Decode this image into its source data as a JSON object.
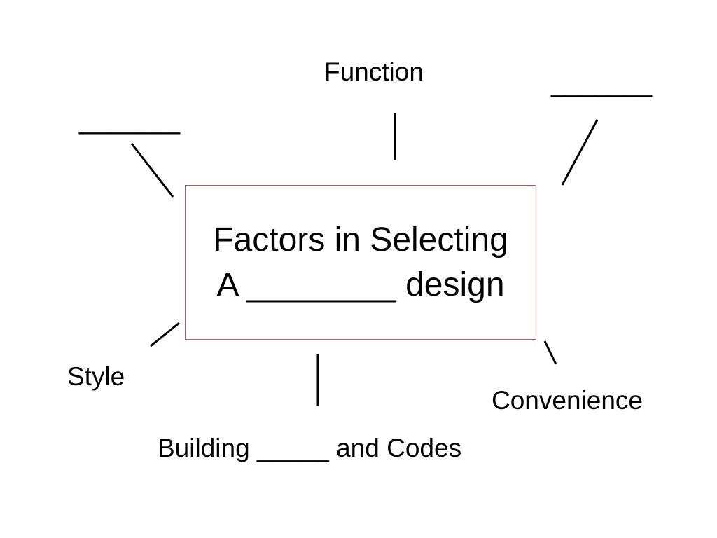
{
  "center": {
    "line1": "Factors in Selecting",
    "line2": "A ________ design"
  },
  "labels": {
    "function": "Function",
    "top_right_blank": "_______",
    "top_left_blank": "_______",
    "style": "Style",
    "convenience": "Convenience",
    "building": "Building _____ and Codes"
  },
  "colors": {
    "box_border": "#c0504d",
    "connector": "#000000",
    "text": "#000000"
  }
}
